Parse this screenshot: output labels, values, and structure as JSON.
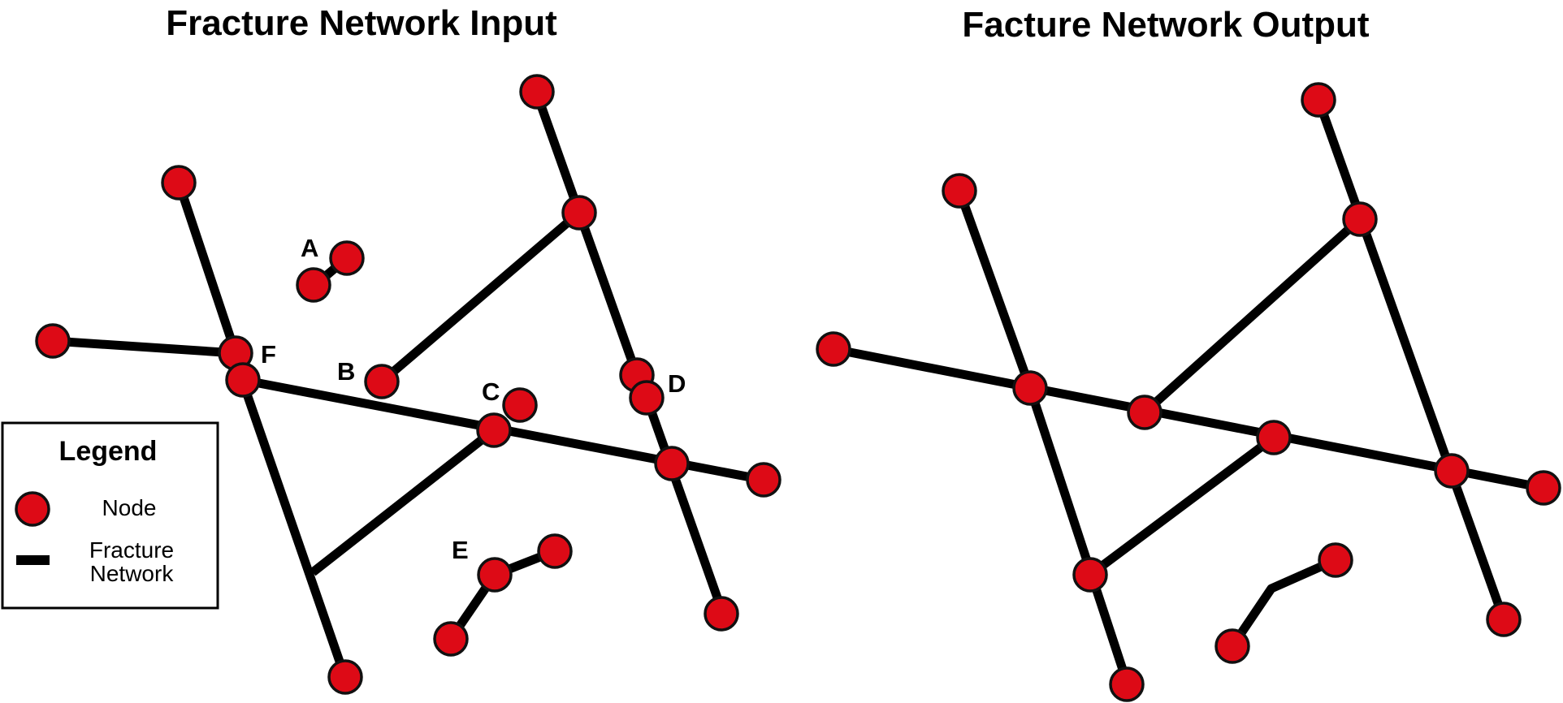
{
  "titles": {
    "input": "Fracture Network Input",
    "output": "Facture Network Output"
  },
  "labels": {
    "a": "A",
    "b": "B",
    "c": "C",
    "d": "D",
    "e": "E",
    "f": "F"
  },
  "legend": {
    "title": "Legend",
    "node": "Node",
    "fracture_line1": "Fracture",
    "fracture_line2": "Network"
  },
  "colors": {
    "node_fill": "#dd0a16",
    "edge": "#000000"
  }
}
